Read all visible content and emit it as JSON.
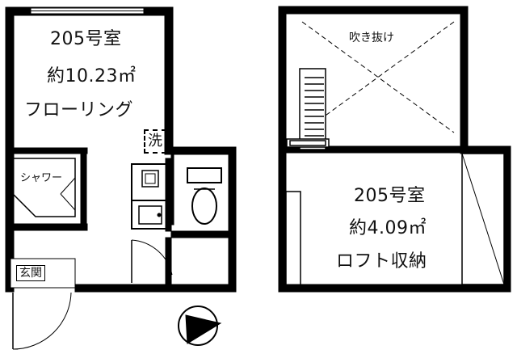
{
  "floor_plan": {
    "main_room": {
      "room_number": "205号室",
      "area": "約10.23㎡",
      "type": "フローリング"
    },
    "loft_room": {
      "room_number": "205号室",
      "area": "約4.09㎡",
      "type": "ロフト収納"
    },
    "labels": {
      "washer": "洗",
      "shower": "シャワー",
      "entrance": "玄関",
      "open_ceiling": "吹き抜け"
    },
    "icons": {
      "compass": "compass-icon",
      "ladder": "ladder-icon",
      "toilet": "toilet-icon",
      "stove": "stove-icon",
      "sink": "sink-icon"
    }
  }
}
